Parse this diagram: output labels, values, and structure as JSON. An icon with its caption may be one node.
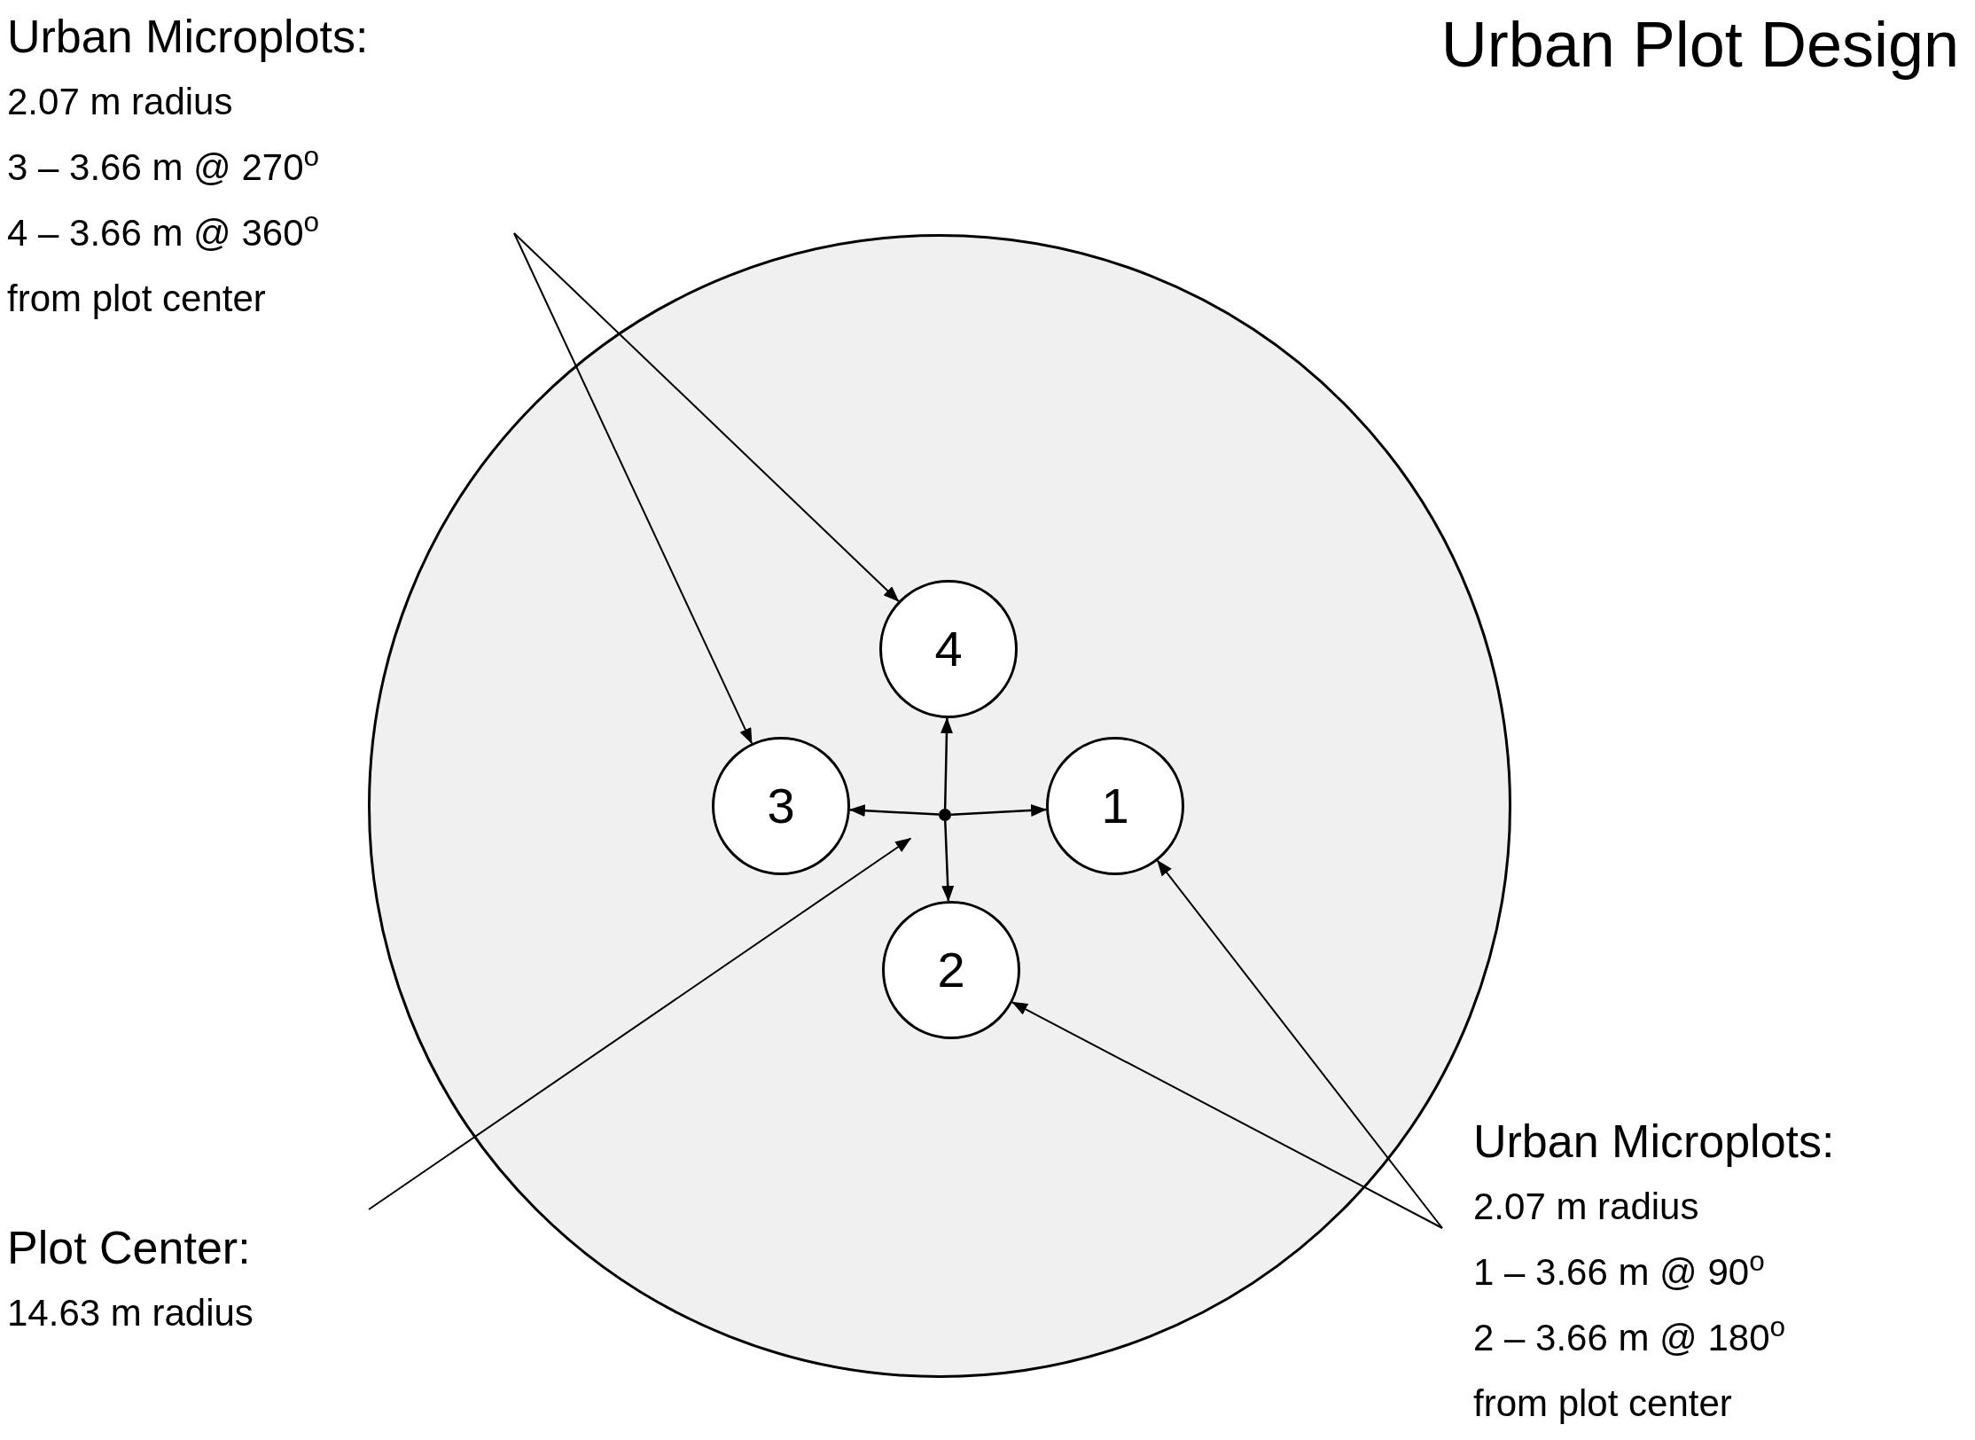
{
  "diagram": {
    "title": "Urban Plot Design",
    "nodes": [
      {
        "text": [
          "Urban Microplots:",
          "2.07 m radius",
          "3 – 3.66 m @ 270$^{o}$",
          "4 – 3.66 m @ 360$^{o}$",
          "from plot center"
        ]
      },
      {
        "text": [],
        "shape": "circle"
      },
      {
        "text": [
          "4"
        ],
        "in": 1
      },
      {
        "text": [
          "3"
        ],
        "in": 1
      },
      {
        "text": [],
        "shape": "circle",
        "in": 1
      },
      {
        "text": [
          "1"
        ],
        "in": 1
      },
      {
        "text": [
          "2"
        ],
        "in": 1
      },
      {
        "text": [
          "Plot Center:",
          "14.63 m radius"
        ]
      },
      {
        "text": [
          "Urban Microplots:",
          "2.07 m radius",
          "1 – 3.66 m @ 90$^{o}$",
          "2 – 3.66 m @ 180$^{o}$",
          "from plot center"
        ]
      }
    ],
    "edges": [
      {
        "from": 0,
        "to": 2,
        "arrow": "to"
      },
      {
        "from": 0,
        "to": 3,
        "arrow": "to"
      },
      {
        "from": 4,
        "to": 2,
        "arrow": "to"
      },
      {
        "from": 4,
        "to": 3,
        "arrow": "to"
      },
      {
        "from": 4,
        "to": 5,
        "arrow": "to"
      },
      {
        "from": 4,
        "to": 6,
        "arrow": "to"
      },
      {
        "from": 7,
        "to": 4,
        "arrow": "to"
      },
      {
        "from": 8,
        "to": 5,
        "arrow": "to"
      },
      {
        "from": 8,
        "to": 6,
        "arrow": "to"
      }
    ]
  }
}
